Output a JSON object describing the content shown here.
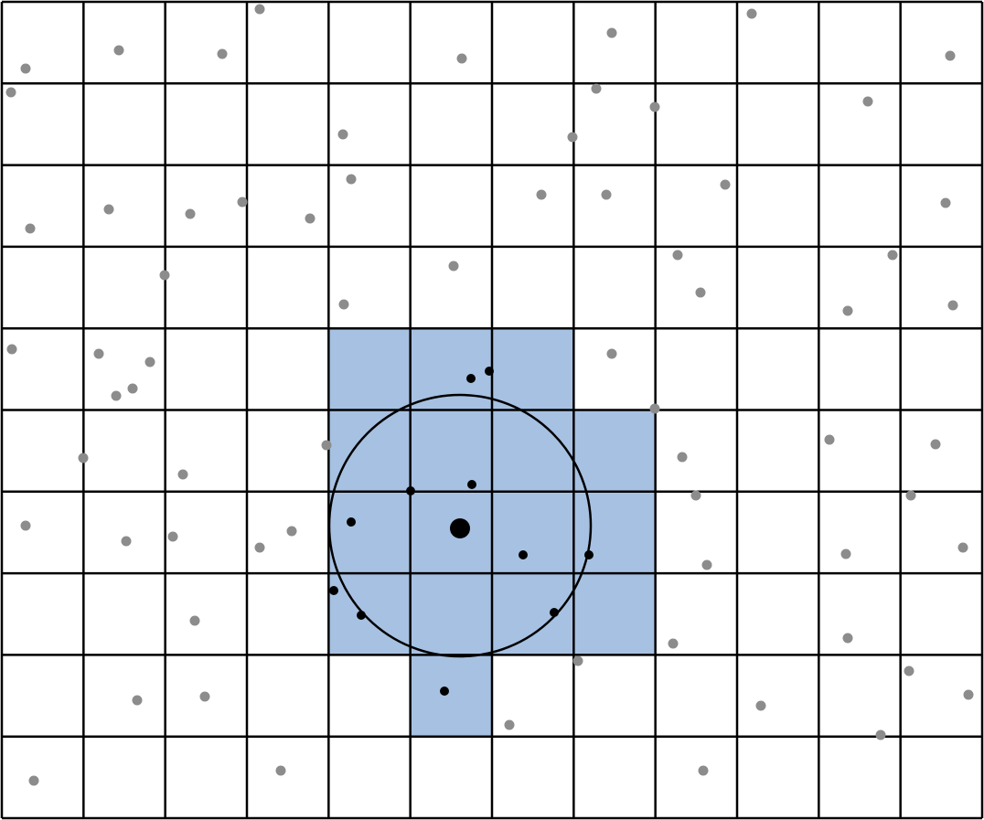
{
  "grid": {
    "columns": 12,
    "rows": 10,
    "line_color": "#000000",
    "highlight_color": "#a7c1e2",
    "highlighted_cells": [
      [
        4,
        4
      ],
      [
        4,
        5
      ],
      [
        4,
        6
      ],
      [
        5,
        4
      ],
      [
        5,
        5
      ],
      [
        5,
        6
      ],
      [
        5,
        7
      ],
      [
        6,
        4
      ],
      [
        6,
        5
      ],
      [
        6,
        6
      ],
      [
        6,
        7
      ],
      [
        7,
        4
      ],
      [
        7,
        5
      ],
      [
        7,
        6
      ],
      [
        7,
        7
      ],
      [
        8,
        5
      ]
    ]
  },
  "query": {
    "center_point_color": "#000000",
    "radius_circle_color": "#000000"
  },
  "points": {
    "outside_color": "#8c8c8c",
    "candidate_color": "#000000"
  }
}
